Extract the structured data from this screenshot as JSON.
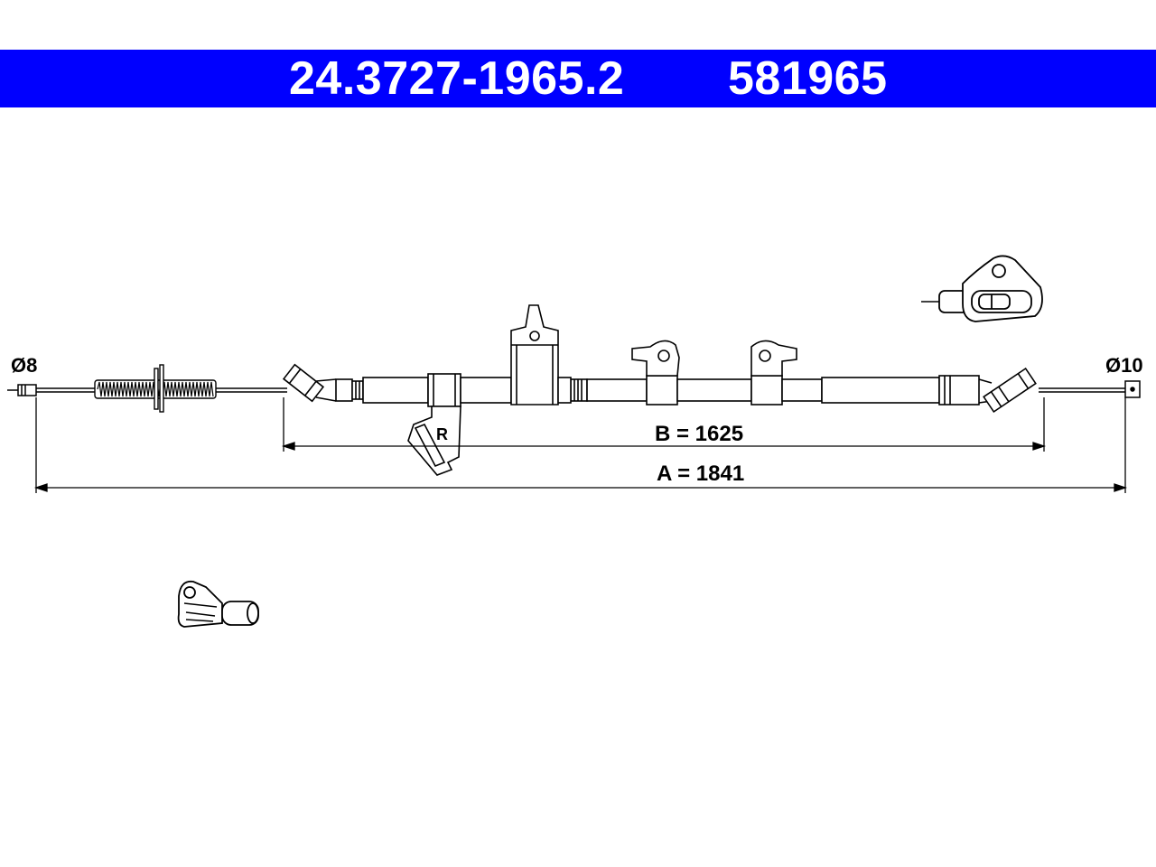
{
  "header": {
    "part_number": "24.3727-1965.2",
    "reference_number": "581965",
    "background_color": "#0000ff",
    "text_color": "#ffffff"
  },
  "labels": {
    "diameter_left": "Ø8",
    "diameter_right": "Ø10",
    "dimension_b": "B = 1625",
    "dimension_a": "A = 1841",
    "side_marker": "R"
  },
  "icons": [
    "cable-end-eyelet-icon",
    "cable-end-connector-icon"
  ]
}
